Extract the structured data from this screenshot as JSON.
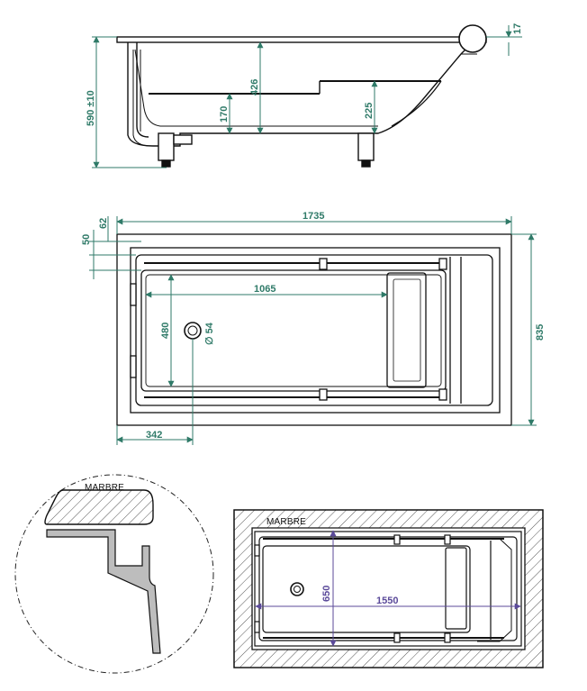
{
  "side_view": {
    "dim_height": "590 ±10",
    "dim_depth": "426",
    "dim_seat_low": "170",
    "dim_seat_high": "225",
    "dim_rim": "17"
  },
  "top_view": {
    "dim_length": "1735",
    "dim_width": "835",
    "dim_inner_length": "1065",
    "dim_inner_width": "480",
    "dim_drain_offset": "342",
    "dim_drain_diameter": "∅ 54",
    "dim_rim_offset_a": "62",
    "dim_rim_offset_b": "50"
  },
  "detail": {
    "material_label": "MARBRE"
  },
  "installed_view": {
    "material_label": "MARBRE",
    "dim_length": "1550",
    "dim_width": "650"
  },
  "colors": {
    "line": "#111111",
    "dimension_green": "#2f7a68",
    "dimension_purple": "#5b4a9a",
    "hatch": "#444444"
  }
}
